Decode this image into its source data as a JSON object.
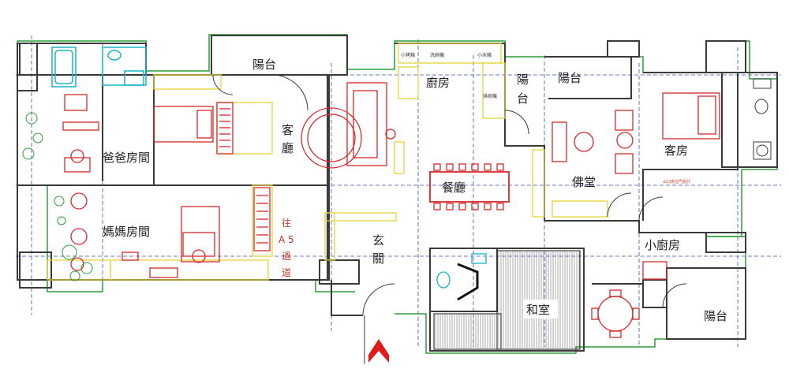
{
  "rooms": {
    "balcony_top_left": "陽台",
    "living_room_char1": "客",
    "living_room_char2": "廳",
    "kitchen": "廚房",
    "balcony_narrow_char1": "陽",
    "balcony_narrow_char2": "台",
    "balcony_top_right": "陽台",
    "fathers_room": "爸爸房間",
    "dining_room": "餐廳",
    "buddha_hall": "佛堂",
    "guest_room": "客房",
    "mothers_room": "媽媽房間",
    "entrance_char1": "玄",
    "entrance_char2": "關",
    "small_kitchen": "小廚房",
    "japanese_room": "和室",
    "balcony_bottom_right": "陽台"
  },
  "notes": {
    "to_a5_line1": "往",
    "to_a5_line2": "A 5",
    "to_a5_line3": "過",
    "to_a5_line4": "道",
    "guest_room_note": "山口房拉門設計"
  },
  "appliances": {
    "small_oven": "小烤箱",
    "dishwasher": "洗碗機",
    "small_fridge": "小冰箱",
    "dryer": "烘碗機"
  },
  "colors": {
    "wall": "#3a3a3a",
    "furniture_red": "#d62828",
    "cabinet_yellow": "#e8d23a",
    "dimension_blue": "#3b4fb8",
    "outline_green": "#2e9e3a",
    "fixture_cyan": "#19b5c9",
    "arrow_red": "#e01a1a"
  }
}
